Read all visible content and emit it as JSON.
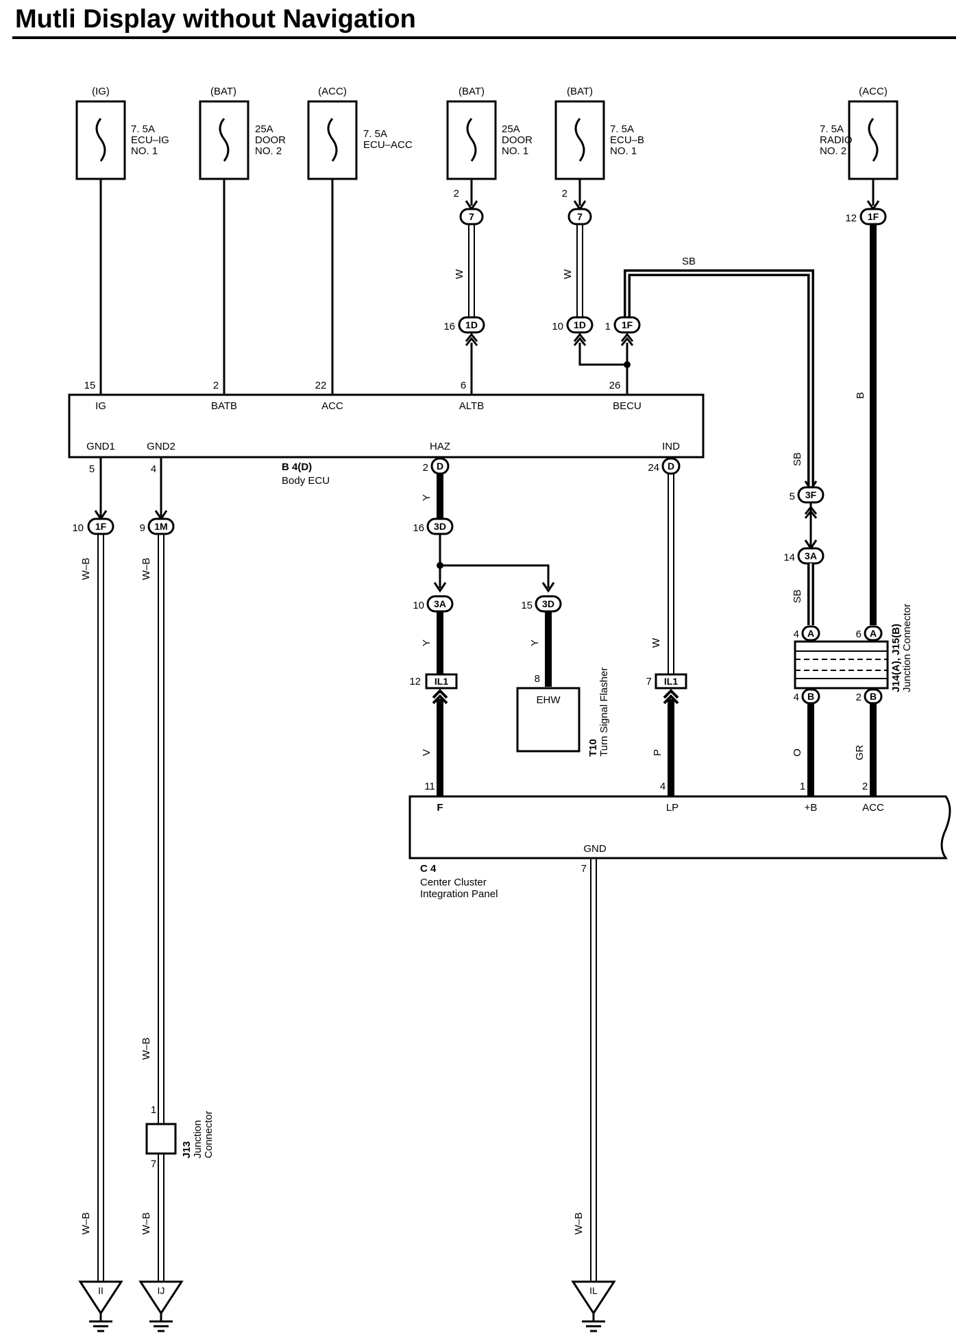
{
  "title": "Mutli Display without Navigation",
  "fuses": [
    {
      "source": "(IG)",
      "amp": "7. 5A",
      "name1": "ECU–IG",
      "name2": "NO. 1"
    },
    {
      "source": "(BAT)",
      "amp": "25A",
      "name1": "DOOR",
      "name2": "NO. 2"
    },
    {
      "source": "(ACC)",
      "amp": "7. 5A",
      "name1": "ECU–ACC",
      "name2": ""
    },
    {
      "source": "(BAT)",
      "amp": "25A",
      "name1": "DOOR",
      "name2": "NO. 1"
    },
    {
      "source": "(BAT)",
      "amp": "7. 5A",
      "name1": "ECU–B",
      "name2": "NO. 1"
    },
    {
      "source": "(ACC)",
      "amp": "7. 5A",
      "name1": "RADIO",
      "name2": "NO. 2"
    }
  ],
  "body_ecu": {
    "id": "B 4(D)",
    "name": "Body ECU",
    "pins_top": [
      {
        "num": "15",
        "label": "IG"
      },
      {
        "num": "2",
        "label": "BATB"
      },
      {
        "num": "22",
        "label": "ACC"
      },
      {
        "num": "6",
        "label": "ALTB"
      },
      {
        "num": "26",
        "label": "BECU"
      }
    ],
    "pins_bottom": [
      {
        "num": "5",
        "label": "GND1"
      },
      {
        "num": "4",
        "label": "GND2"
      },
      {
        "num": "2",
        "label": "HAZ"
      },
      {
        "num": "24",
        "label": "IND"
      }
    ]
  },
  "connectors": {
    "c7a": "7",
    "c7b": "7",
    "c1f_top": "1F",
    "c1d_a": "1D",
    "c1d_b": "1D",
    "c1f_mid": "1F",
    "c1f_gnd": "1F",
    "c1m": "1M",
    "c3d_16": "3D",
    "c3a_10": "3A",
    "c3d_15": "3D",
    "c3f": "3F",
    "c3a_14": "3A",
    "ja4": "A",
    "ja6": "A",
    "jb4": "B",
    "jb2": "B",
    "d2": "D",
    "d24": "D",
    "il1a": "IL1",
    "il1b": "IL1"
  },
  "pin_numbers": {
    "f4": "2",
    "f5": "2",
    "f6": "12",
    "p16": "16",
    "p10": "10",
    "p1": "1",
    "g10": "10",
    "g9": "9",
    "h16": "16",
    "h10": "10",
    "h15": "15",
    "j5": "5",
    "j14": "14",
    "ja4": "4",
    "ja6": "6",
    "jb4": "4",
    "jb2": "2",
    "il1a": "12",
    "il1b": "7",
    "ehw": "8",
    "c11": "11",
    "c4": "4",
    "c1": "1",
    "c2": "2",
    "c7": "7",
    "j13_top": "1",
    "j13_bot": "7"
  },
  "wire_colors": {
    "w1": "W",
    "w2": "W",
    "sb_top": "SB",
    "b": "B",
    "wb1": "W–B",
    "wb2": "W–B",
    "wb3": "W–B",
    "wb4": "W–B",
    "wb5": "W–B",
    "wb6": "W–B",
    "y1": "Y",
    "y2": "Y",
    "y3": "Y",
    "w_ind": "W",
    "sb1": "SB",
    "sb2": "SB",
    "v": "V",
    "p": "P",
    "o": "O",
    "gr": "GR"
  },
  "junction_j14": {
    "id": "J14(A), J15(B)",
    "name": "Junction Connector"
  },
  "junction_j13": {
    "id": "J13",
    "name1": "Junction",
    "name2": "Connector"
  },
  "flasher": {
    "id": "T10",
    "name": "Turn Signal Flasher",
    "box": "EHW"
  },
  "cluster": {
    "id": "C 4",
    "name1": "Center Cluster",
    "name2": "Integration Panel",
    "pins": [
      {
        "num": "11",
        "label": "F"
      },
      {
        "num": "4",
        "label": "LP"
      },
      {
        "num": "1",
        "label": "+B"
      },
      {
        "num": "2",
        "label": "ACC"
      }
    ],
    "gnd_label": "GND"
  },
  "grounds": [
    {
      "label": "II"
    },
    {
      "label": "IJ"
    },
    {
      "label": "IL"
    }
  ]
}
